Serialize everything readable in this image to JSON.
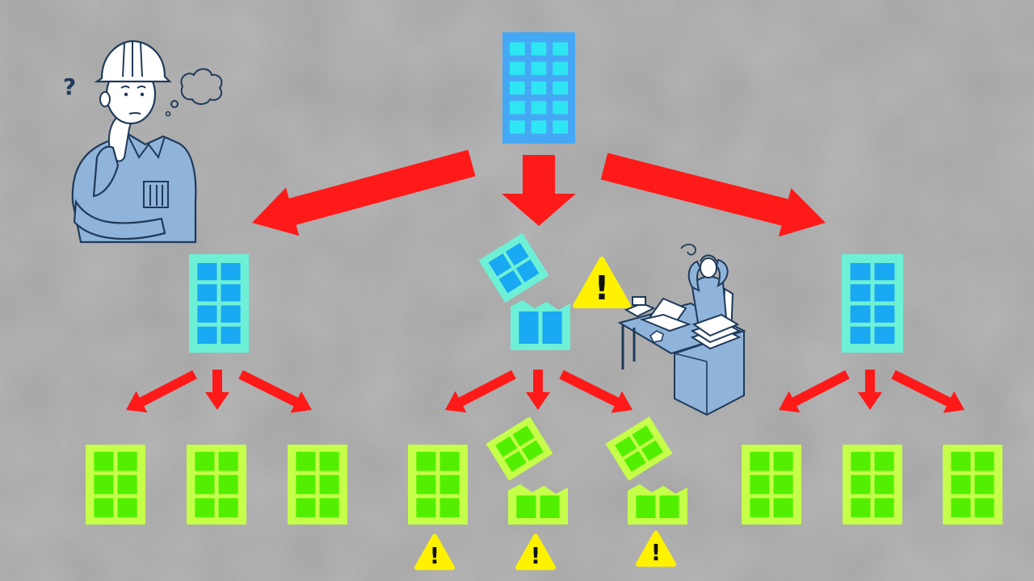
{
  "diagram": {
    "colors": {
      "background": "#a8a8a8",
      "arrow": "#ff1a1a",
      "root_building": "#45a8f5",
      "root_window": "#2ee6f2",
      "mid_building": "#6ef0d6",
      "mid_window": "#19a8f2",
      "leaf_building": "#c6ff4a",
      "leaf_window": "#52f000",
      "warning_fill": "#fff200",
      "warning_mark": "#111111",
      "figure_outline": "#1f3a5a",
      "figure_fill": "#8fb3d9"
    },
    "icons": {
      "warning": "warning-triangle-icon",
      "worker": "thinking-worker-icon",
      "stressed_office": "stressed-office-worker-icon",
      "question_mark": "question-mark-icon",
      "thought_bubble": "thought-bubble-icon"
    },
    "warning_symbol": "!",
    "question_symbol": "?",
    "nodes": [
      {
        "id": "root",
        "level": 0,
        "state": "intact"
      },
      {
        "id": "mid-left",
        "level": 1,
        "state": "intact"
      },
      {
        "id": "mid-center",
        "level": 1,
        "state": "broken",
        "warning": true
      },
      {
        "id": "mid-right",
        "level": 1,
        "state": "intact"
      },
      {
        "id": "leaf-1",
        "level": 2,
        "state": "intact"
      },
      {
        "id": "leaf-2",
        "level": 2,
        "state": "intact"
      },
      {
        "id": "leaf-3",
        "level": 2,
        "state": "intact"
      },
      {
        "id": "leaf-4",
        "level": 2,
        "state": "intact",
        "warning": true
      },
      {
        "id": "leaf-5",
        "level": 2,
        "state": "broken",
        "warning": true
      },
      {
        "id": "leaf-6",
        "level": 2,
        "state": "broken",
        "warning": true
      },
      {
        "id": "leaf-7",
        "level": 2,
        "state": "intact"
      },
      {
        "id": "leaf-8",
        "level": 2,
        "state": "intact"
      },
      {
        "id": "leaf-9",
        "level": 2,
        "state": "intact"
      }
    ],
    "edges": [
      [
        "root",
        "mid-left"
      ],
      [
        "root",
        "mid-center"
      ],
      [
        "root",
        "mid-right"
      ],
      [
        "mid-left",
        "leaf-1"
      ],
      [
        "mid-left",
        "leaf-2"
      ],
      [
        "mid-left",
        "leaf-3"
      ],
      [
        "mid-center",
        "leaf-4"
      ],
      [
        "mid-center",
        "leaf-5"
      ],
      [
        "mid-center",
        "leaf-6"
      ],
      [
        "mid-right",
        "leaf-7"
      ],
      [
        "mid-right",
        "leaf-8"
      ],
      [
        "mid-right",
        "leaf-9"
      ]
    ]
  }
}
